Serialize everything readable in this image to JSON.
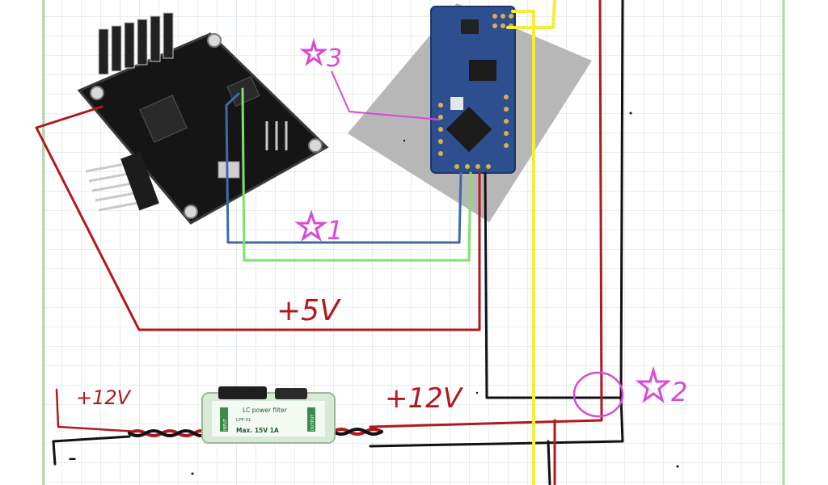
{
  "annotations": {
    "star1": "1",
    "star2": "2",
    "star3": "3",
    "plus5v": "+5V",
    "plus12v_right": "+12V",
    "plus12v_left": "+12V",
    "minus": "-"
  },
  "filter_module": {
    "line1": "LC power filter",
    "line2": "LPF-01",
    "line3": "Max. 15V 1A",
    "input_label": "INPUT",
    "output_label": "OUTPUT"
  },
  "colors": {
    "red": "#b11820",
    "black": "#111111",
    "yellow": "#f2ee3a",
    "blue": "#3f6aa8",
    "green": "#7fe06a",
    "magenta": "#d84ad8",
    "grid": "#cfe0cc",
    "border": "#b7d4ae"
  }
}
